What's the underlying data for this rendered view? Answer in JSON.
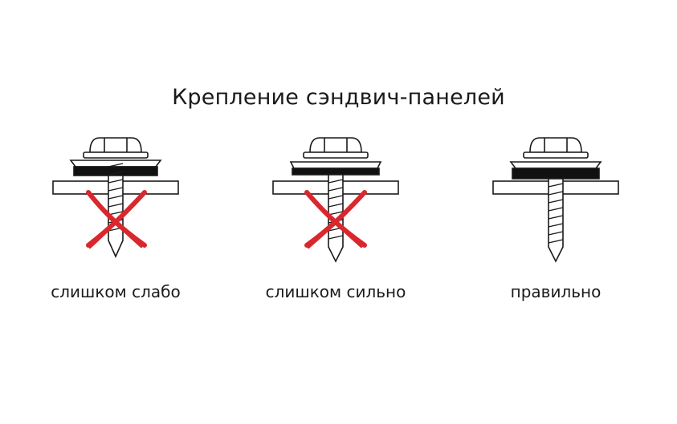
{
  "title": "Крепление сэндвич-панелей",
  "colors": {
    "ink": "#1a1a1a",
    "cross": "#d8282e",
    "washer_rubber": "#111111",
    "panel_fill": "#ffffff"
  },
  "figures": [
    {
      "caption": "слишком слабо",
      "state": "too-loose",
      "crossed": true
    },
    {
      "caption": "слишком сильно",
      "state": "too-tight",
      "crossed": true
    },
    {
      "caption": "правильно",
      "state": "correct",
      "crossed": false
    }
  ]
}
